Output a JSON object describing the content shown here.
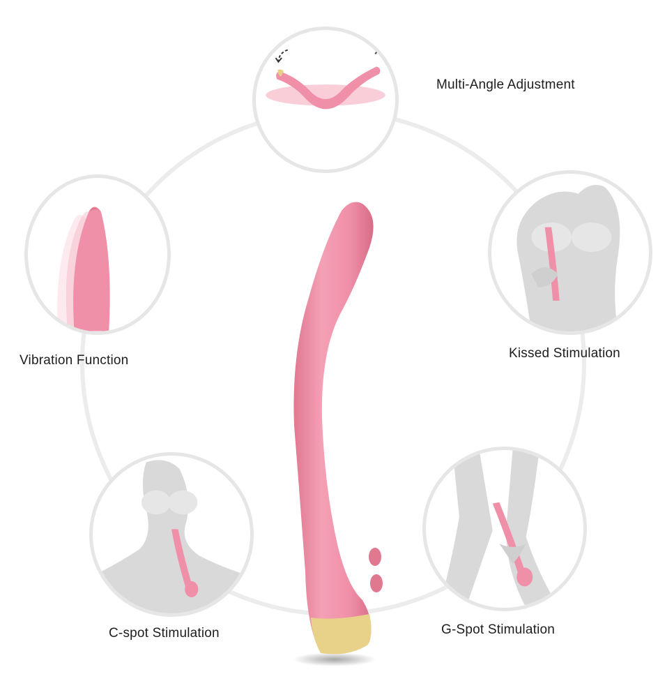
{
  "features": {
    "angle": {
      "label": "Multi-Angle Adjustment"
    },
    "vibration": {
      "label": "Vibration Function"
    },
    "kissed": {
      "label": "Kissed Stimulation"
    },
    "cspot": {
      "label": "C-spot Stimulation"
    },
    "gspot": {
      "label": "G-Spot Stimulation"
    }
  },
  "colors": {
    "product_pink": "#f08fa8",
    "product_shadow": "#e07890",
    "gold_tip": "#e8d28a",
    "circle_border": "#e6e6e6",
    "figure_gray": "#d9d9d9"
  }
}
